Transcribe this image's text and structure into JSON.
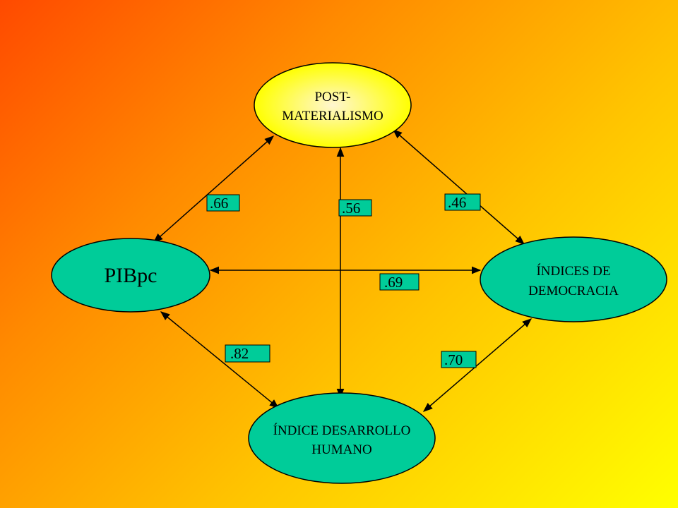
{
  "nodes": {
    "postmaterialismo": {
      "line1": "POST-",
      "line2": "MATERIALISMO",
      "fill": "#ffff00"
    },
    "pibpc": {
      "label": "PIBpc",
      "fill": "#00cc99"
    },
    "democracia": {
      "line1": "ÍNDICES DE",
      "line2": "DEMOCRACIA",
      "fill": "#00cc99"
    },
    "desarrollo": {
      "line1": "ÍNDICE DESARROLLO",
      "line2": "HUMANO",
      "fill": "#00cc99"
    }
  },
  "coefficients": {
    "pib_post": ".66",
    "desarrollo_post": ".56",
    "post_democracia": ".46",
    "pib_democracia": ".69",
    "pib_desarrollo": ".82",
    "desarrollo_democracia": ".70"
  },
  "colors": {
    "node": "#00cc99",
    "label_box": "#00cc99",
    "post_gradient_edge": "#ffff00",
    "post_gradient_center": "#fff4c0"
  }
}
